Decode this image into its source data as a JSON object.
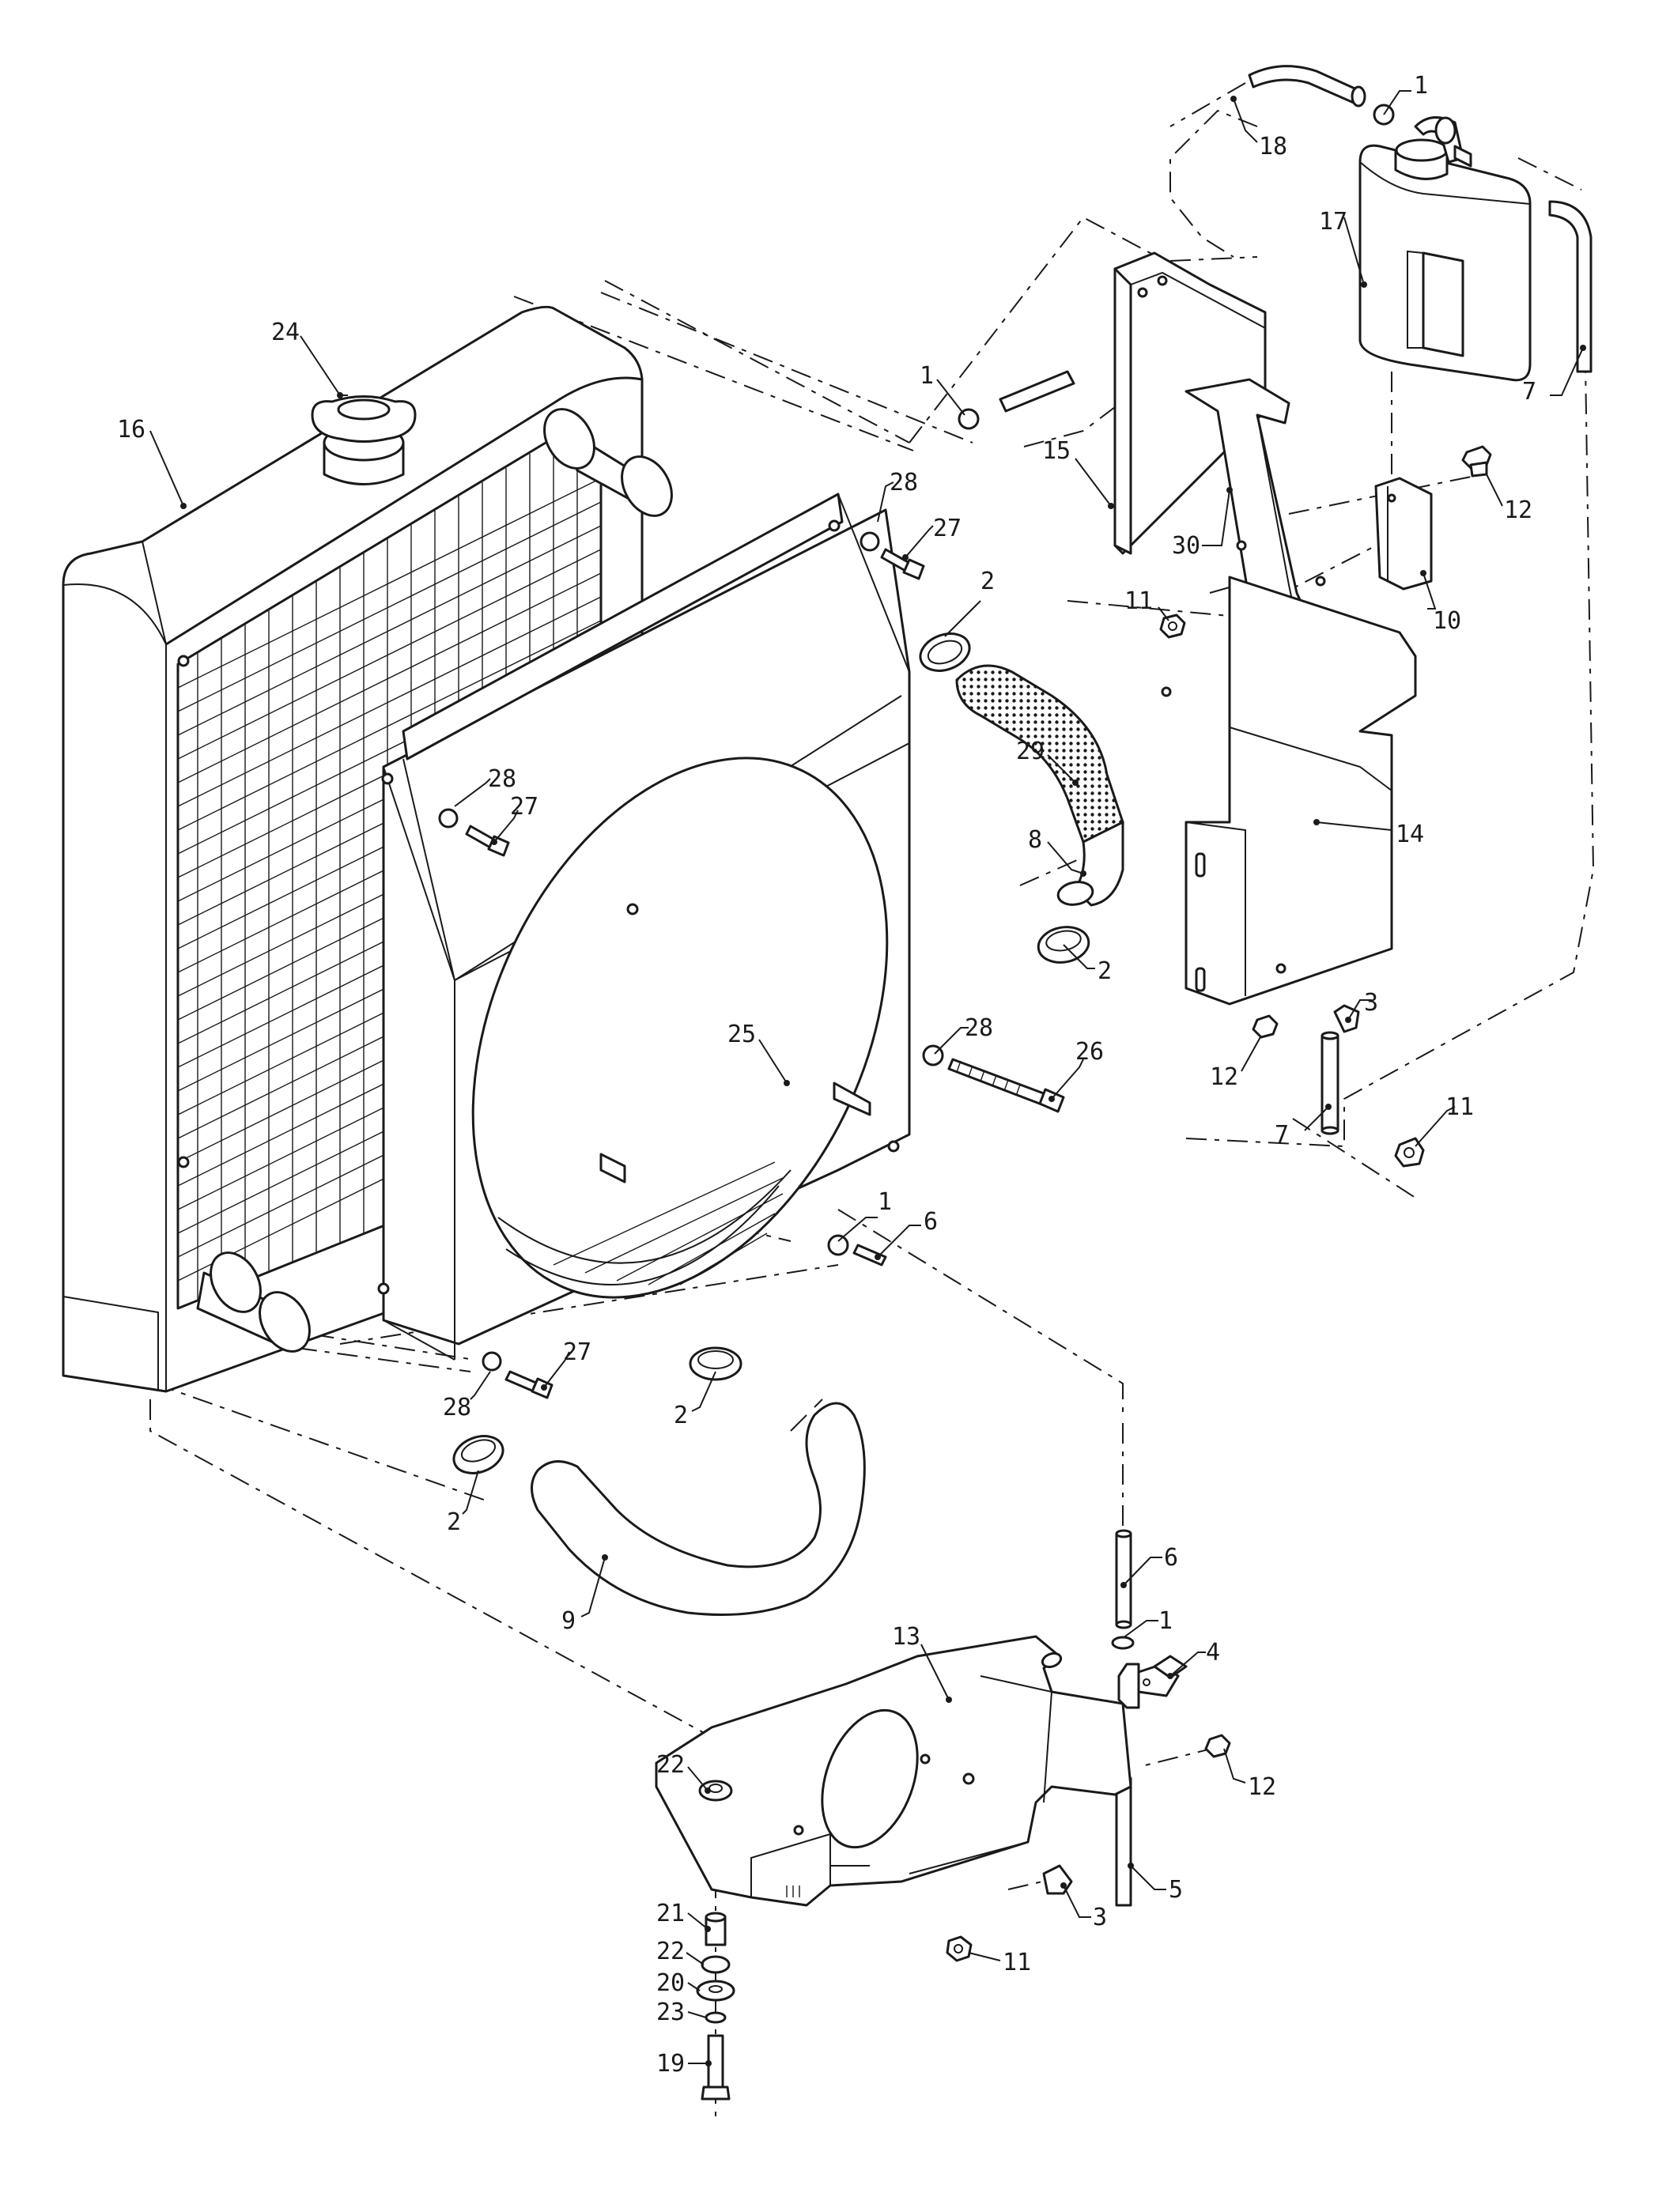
{
  "diagram": {
    "title": "",
    "callouts": [
      {
        "id": "c1a",
        "text": "1"
      },
      {
        "id": "c1b",
        "text": "1"
      },
      {
        "id": "c1c",
        "text": "1"
      },
      {
        "id": "c1d",
        "text": "1"
      },
      {
        "id": "c2a",
        "text": "2"
      },
      {
        "id": "c2b",
        "text": "2"
      },
      {
        "id": "c2c",
        "text": "2"
      },
      {
        "id": "c2d",
        "text": "2"
      },
      {
        "id": "c3a",
        "text": "3"
      },
      {
        "id": "c3b",
        "text": "3"
      },
      {
        "id": "c4",
        "text": "4"
      },
      {
        "id": "c5",
        "text": "5"
      },
      {
        "id": "c6a",
        "text": "6"
      },
      {
        "id": "c6b",
        "text": "6"
      },
      {
        "id": "c7a",
        "text": "7"
      },
      {
        "id": "c7b",
        "text": "7"
      },
      {
        "id": "c8",
        "text": "8"
      },
      {
        "id": "c9",
        "text": "9"
      },
      {
        "id": "c10",
        "text": "10"
      },
      {
        "id": "c11a",
        "text": "11"
      },
      {
        "id": "c11b",
        "text": "11"
      },
      {
        "id": "c11c",
        "text": "11"
      },
      {
        "id": "c12a",
        "text": "12"
      },
      {
        "id": "c12b",
        "text": "12"
      },
      {
        "id": "c12c",
        "text": "12"
      },
      {
        "id": "c13",
        "text": "13"
      },
      {
        "id": "c14",
        "text": "14"
      },
      {
        "id": "c15",
        "text": "15"
      },
      {
        "id": "c16",
        "text": "16"
      },
      {
        "id": "c17",
        "text": "17"
      },
      {
        "id": "c18",
        "text": "18"
      },
      {
        "id": "c19",
        "text": "19"
      },
      {
        "id": "c20",
        "text": "20"
      },
      {
        "id": "c21",
        "text": "21"
      },
      {
        "id": "c22a",
        "text": "22"
      },
      {
        "id": "c22b",
        "text": "22"
      },
      {
        "id": "c23",
        "text": "23"
      },
      {
        "id": "c24",
        "text": "24"
      },
      {
        "id": "c25",
        "text": "25"
      },
      {
        "id": "c26",
        "text": "26"
      },
      {
        "id": "c27a",
        "text": "27"
      },
      {
        "id": "c27b",
        "text": "27"
      },
      {
        "id": "c27c",
        "text": "27"
      },
      {
        "id": "c28a",
        "text": "28"
      },
      {
        "id": "c28b",
        "text": "28"
      },
      {
        "id": "c28c",
        "text": "28"
      },
      {
        "id": "c28d",
        "text": "28"
      },
      {
        "id": "c29",
        "text": "29"
      },
      {
        "id": "c30",
        "text": "30"
      }
    ]
  }
}
